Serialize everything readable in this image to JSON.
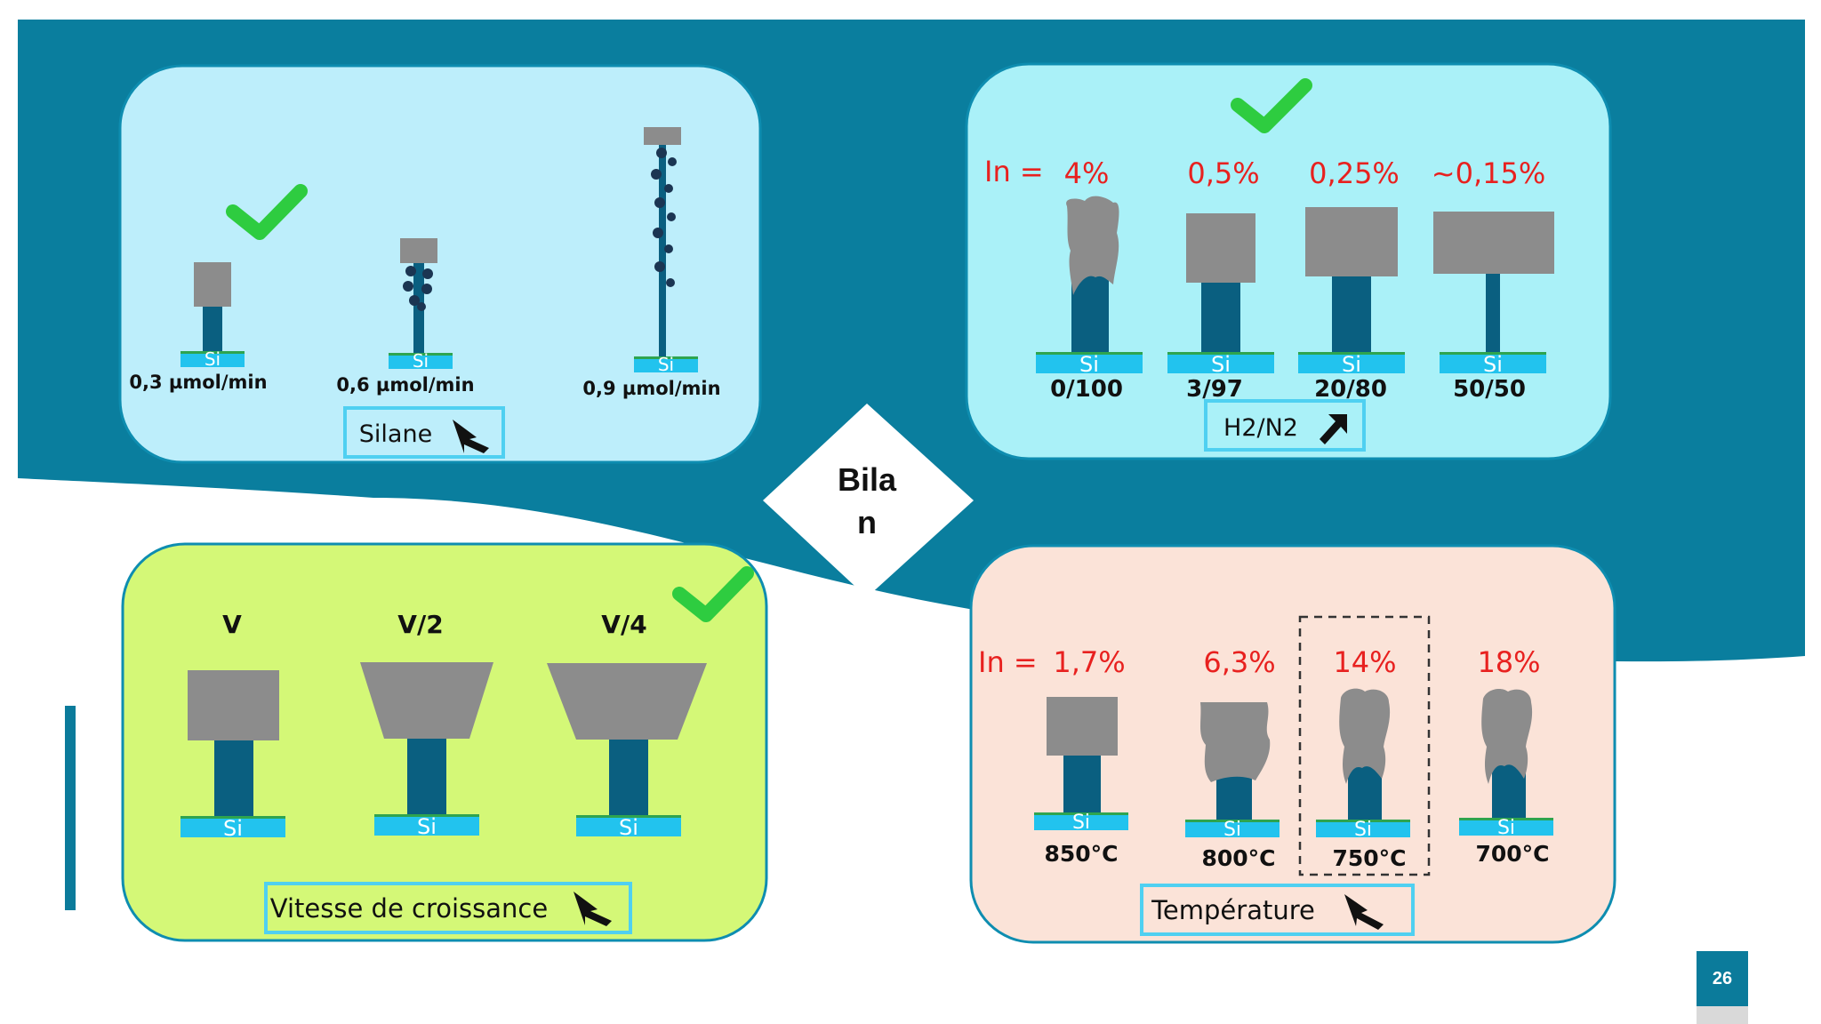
{
  "center": {
    "line1": "Bila",
    "line2": "n"
  },
  "page_number": "26",
  "colors": {
    "wave": "#0a7e9e",
    "nanowire": "#0a5f80",
    "catalyst": "#8c8c8c",
    "substrate": "#22c3ee",
    "red_text": "#e8211f",
    "check": "#2ecc40"
  },
  "panels": {
    "silane": {
      "caption": "Silane",
      "samples": [
        {
          "label": "0,3 µmol/min"
        },
        {
          "label": "0,6 µmol/min"
        },
        {
          "label": "0,9 µmol/min"
        }
      ]
    },
    "h2n2": {
      "prefix": "In =",
      "caption": "H2/N2",
      "samples": [
        {
          "value": "4%",
          "label": "0/100"
        },
        {
          "value": "0,5%",
          "label": "3/97"
        },
        {
          "value": "0,25%",
          "label": "20/80"
        },
        {
          "value": "~0,15%",
          "label": "50/50"
        }
      ]
    },
    "vitesse": {
      "caption": "Vitesse de croissance",
      "samples": [
        {
          "label": "V"
        },
        {
          "label": "V/2"
        },
        {
          "label": "V/4"
        }
      ]
    },
    "temperature": {
      "prefix": "In =",
      "caption": "Température",
      "samples": [
        {
          "value": "1,7%",
          "label": "850°C"
        },
        {
          "value": "6,3%",
          "label": "800°C"
        },
        {
          "value": "14%",
          "label": "750°C"
        },
        {
          "value": "18%",
          "label": "700°C"
        }
      ]
    }
  },
  "substrate_label": "Si"
}
